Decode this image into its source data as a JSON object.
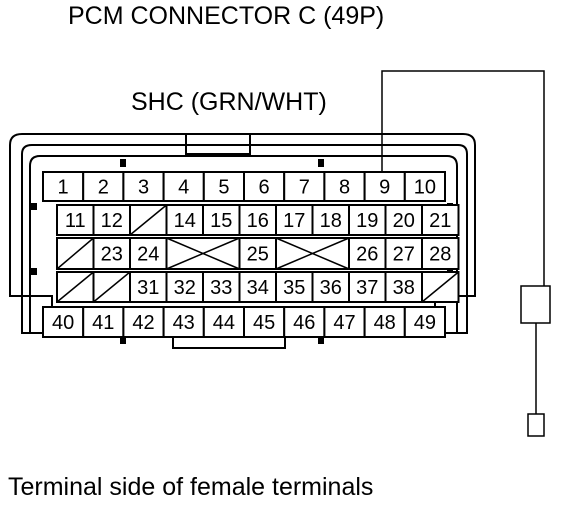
{
  "title": "PCM CONNECTOR C (49P)",
  "wire_label": "SHC (GRN/WHT)",
  "caption": "Terminal side of female terminals",
  "highlighted_pin": "9",
  "rows": [
    [
      "1",
      "2",
      "3",
      "4",
      "5",
      "6",
      "7",
      "8",
      "9",
      "10"
    ],
    [
      "11",
      "12",
      "",
      "14",
      "15",
      "16",
      "17",
      "18",
      "19",
      "20",
      "21"
    ],
    [
      "",
      "23",
      "24",
      "",
      "",
      "25",
      "",
      "",
      "26",
      "27",
      "28"
    ],
    [
      "",
      "",
      "31",
      "32",
      "33",
      "34",
      "35",
      "36",
      "37",
      "38",
      ""
    ],
    [
      "40",
      "41",
      "42",
      "43",
      "44",
      "45",
      "46",
      "47",
      "48",
      "49"
    ]
  ]
}
